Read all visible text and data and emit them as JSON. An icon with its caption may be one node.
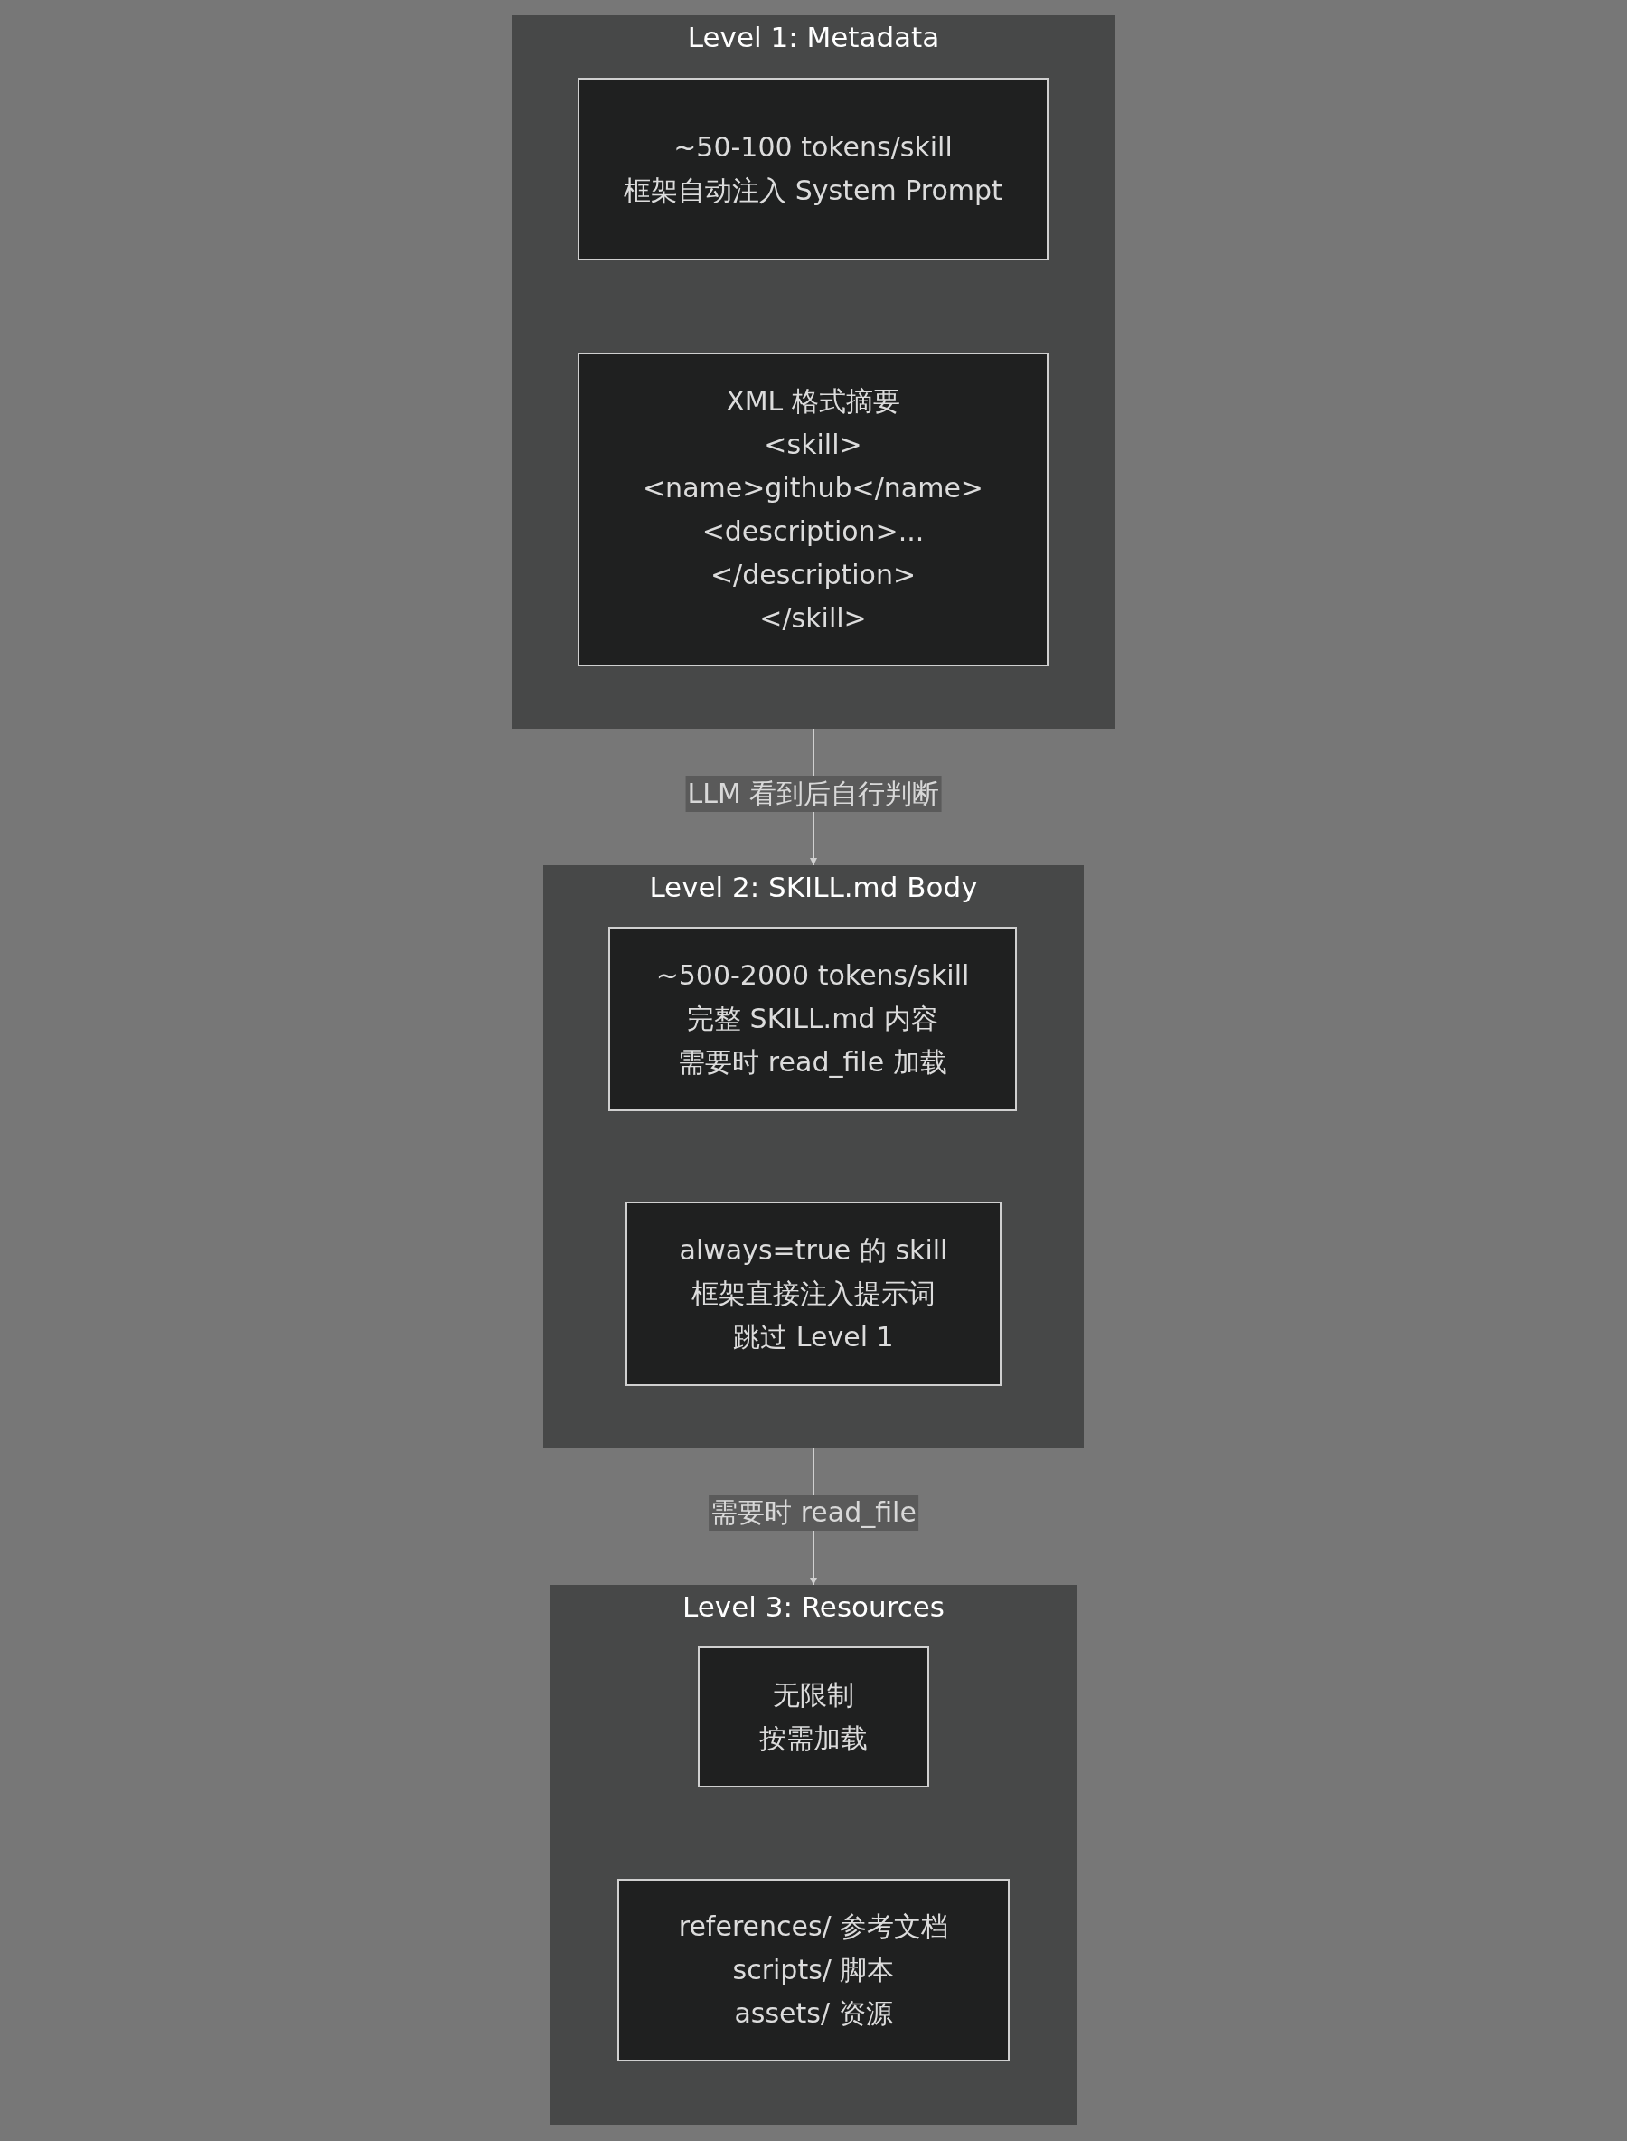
{
  "diagram": {
    "nodes": [
      {
        "text": [
          "Level 1: Metadata"
        ]
      },
      {
        "text": [
          "~50-100 tokens/skill",
          "框架自动注入 System Prompt"
        ],
        "in": 0
      },
      {
        "text": [
          "XML 格式摘要",
          "<skill>",
          "<name>github</name>",
          "<description>... </description>",
          "</skill>"
        ],
        "in": 0
      },
      {
        "text": [
          "Level 2: SKILL.md Body"
        ]
      },
      {
        "text": [
          "~500-2000 tokens/skill",
          "完整 SKILL.md 内容",
          "需要时 read_file 加载"
        ],
        "in": 3
      },
      {
        "text": [
          "always=true 的 skill",
          "框架直接注入提示词",
          "跳过 Level 1"
        ],
        "in": 3
      },
      {
        "text": [
          "Level 3: Resources"
        ]
      },
      {
        "text": [
          "无限制",
          "按需加载"
        ],
        "in": 6
      },
      {
        "text": [
          "references/ 参考文档",
          "scripts/ 脚本",
          "assets/ 资源"
        ],
        "in": 6
      }
    ],
    "edges": [
      {
        "from": 0,
        "to": 3,
        "arrow": "to",
        "label": "LLM 看到后自行判断"
      },
      {
        "from": 3,
        "to": 6,
        "arrow": "to",
        "label": "需要时 read_file"
      }
    ]
  }
}
